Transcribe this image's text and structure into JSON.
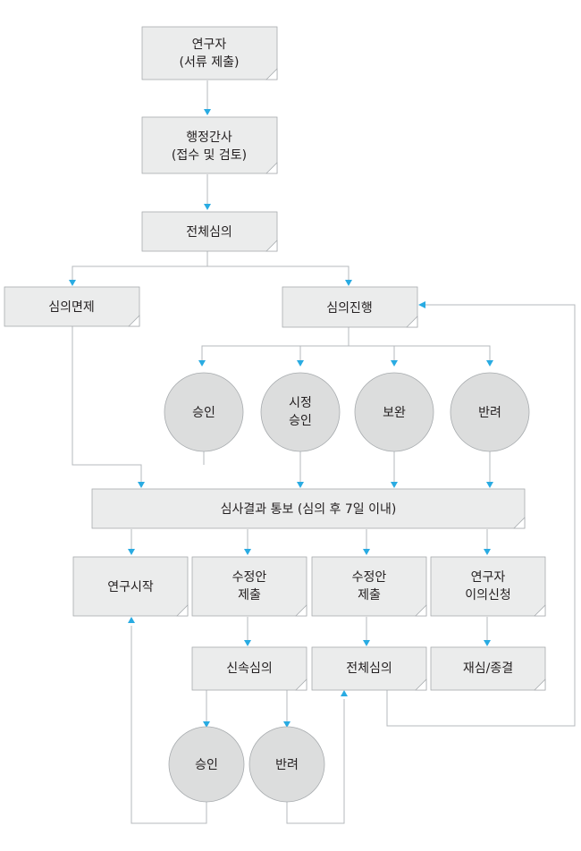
{
  "nodes": {
    "researcher_submit": {
      "line1": "연구자",
      "line2": "(서류 제출)"
    },
    "admin_secretary": {
      "line1": "행정간사",
      "line2": "(접수 및 검토)"
    },
    "full_review_top": {
      "label": "전체심의"
    },
    "review_exempt": {
      "label": "심의면제"
    },
    "review_in_progress": {
      "label": "심의진행"
    },
    "approve": {
      "label": "승인"
    },
    "conditional_approve": {
      "line1": "시정",
      "line2": "승인"
    },
    "supplement": {
      "label": "보완"
    },
    "reject": {
      "label": "반려"
    },
    "notification": {
      "label": "심사결과 통보 (심의 후 7일 이내)"
    },
    "research_start": {
      "label": "연구시작"
    },
    "revision_submit_a": {
      "line1": "수정안",
      "line2": "제출"
    },
    "revision_submit_b": {
      "line1": "수정안",
      "line2": "제출"
    },
    "researcher_appeal": {
      "line1": "연구자",
      "line2": "이의신청"
    },
    "expedited_review": {
      "label": "신속심의"
    },
    "full_review_bottom": {
      "label": "전체심의"
    },
    "rereview_terminate": {
      "label": "재심/종결"
    },
    "approve_bottom": {
      "label": "승인"
    },
    "reject_bottom": {
      "label": "반려"
    }
  },
  "colors": {
    "arrow": "#29abe2",
    "box_fill": "#ebecec",
    "circle_fill": "#dcdddd",
    "connector": "#b5b9bc"
  }
}
